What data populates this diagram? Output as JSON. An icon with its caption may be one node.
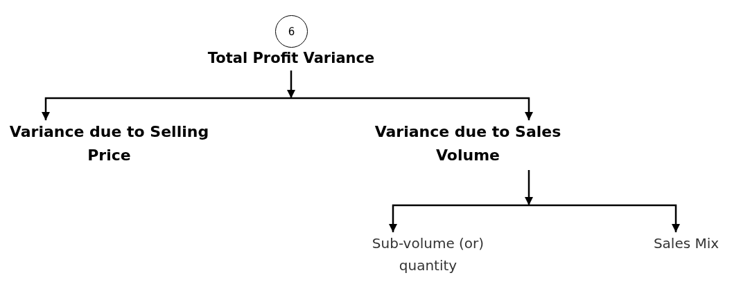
{
  "diagram": {
    "nodes": [
      {
        "text": [
          "6"
        ]
      },
      {
        "text": [
          "Total Profit Variance"
        ]
      },
      {
        "text": [
          "Variance due to Selling Price"
        ]
      },
      {
        "text": [
          "Variance due to Sales Volume"
        ]
      },
      {
        "text": [
          "Sub-volume (or) quantity"
        ]
      },
      {
        "text": [
          "Sales Mix"
        ]
      }
    ],
    "edges": [
      {
        "from": 1,
        "to": 2,
        "arrow": "to"
      },
      {
        "from": 1,
        "to": 3,
        "arrow": "to"
      },
      {
        "from": 3,
        "to": 4,
        "arrow": "to"
      },
      {
        "from": 3,
        "to": 5,
        "arrow": "to"
      }
    ]
  }
}
